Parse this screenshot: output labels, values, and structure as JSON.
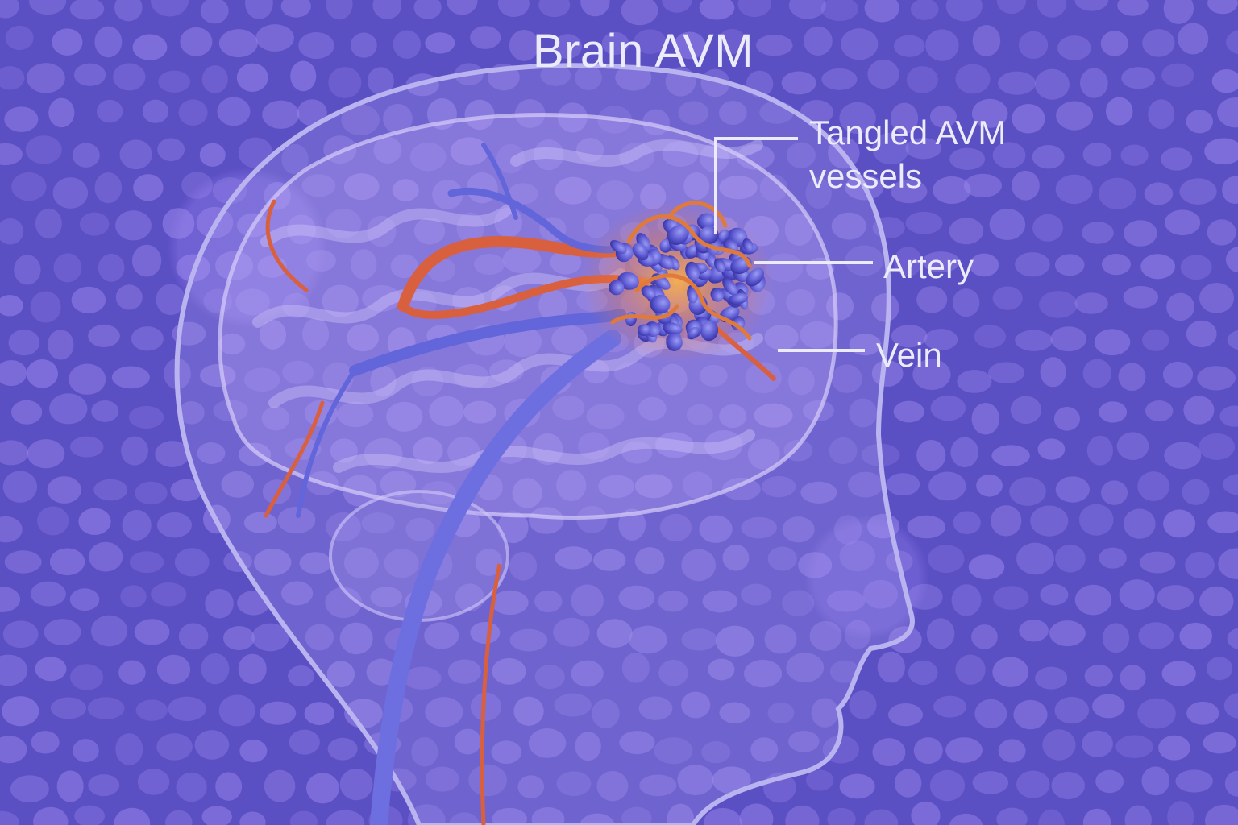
{
  "title": "Brain AVM",
  "labels": {
    "tangled": {
      "line1": "Tangled AVM",
      "line2": "vessels"
    },
    "artery": "Artery",
    "vein": "Vein"
  },
  "colors": {
    "background": "#5b4fc4",
    "background_cells": "#8f7fe8",
    "head_outline": "#b9b3f0",
    "artery": "#d9603f",
    "vein": "#5d63d6",
    "avm_nodules": "#5a58d0",
    "avm_glow": "#f59a3a",
    "text": "#ecebfa"
  }
}
